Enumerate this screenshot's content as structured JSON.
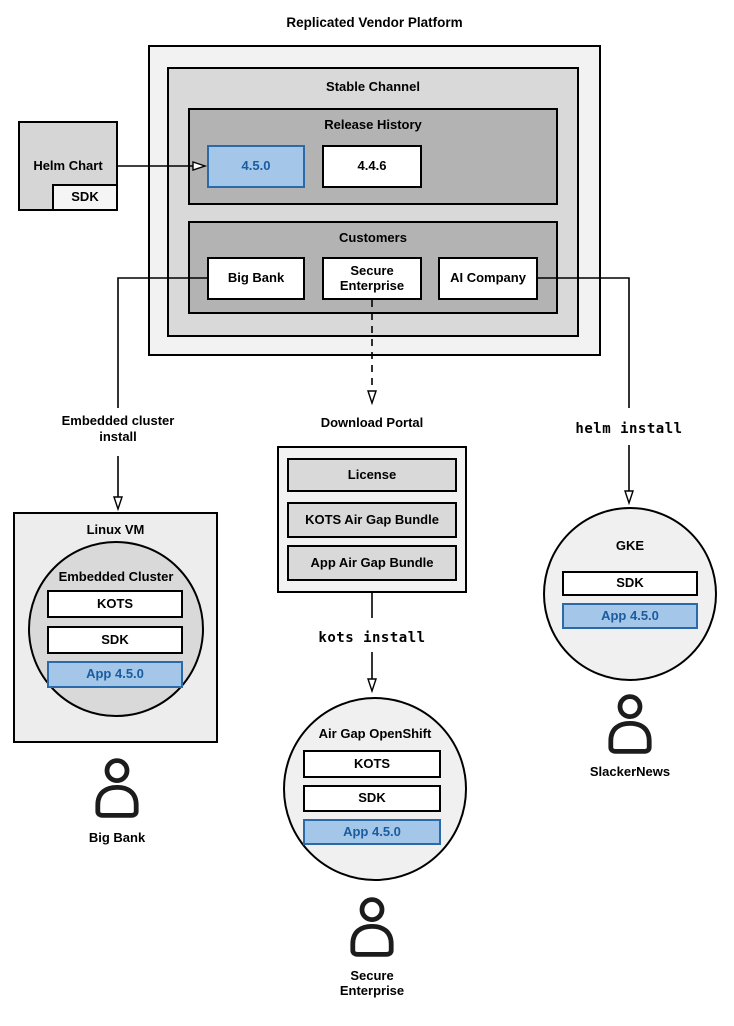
{
  "diagram": {
    "title": "Replicated Vendor Platform",
    "stable_channel": {
      "title": "Stable Channel",
      "release_history": {
        "title": "Release History",
        "current_release": "4.5.0",
        "previous_release": "4.4.6"
      },
      "customers": {
        "title": "Customers",
        "big_bank": "Big Bank",
        "secure_enterprise": "Secure Enterprise",
        "ai_company": "AI Company"
      }
    },
    "helm_chart": {
      "title": "Helm Chart",
      "sdk": "SDK"
    },
    "flow_labels": {
      "embedded_install": "Embedded cluster install",
      "kots_install": "kots install",
      "helm_install": "helm install"
    },
    "download_portal": {
      "title": "Download Portal",
      "license": "License",
      "kots_bundle": "KOTS Air Gap Bundle",
      "app_bundle": "App Air Gap Bundle"
    },
    "linux_vm": {
      "title": "Linux VM",
      "embedded_cluster": "Embedded Cluster",
      "kots": "KOTS",
      "sdk": "SDK",
      "app": "App 4.5.0",
      "user": "Big Bank"
    },
    "air_gap_openshift": {
      "title": "Air Gap OpenShift",
      "kots": "KOTS",
      "sdk": "SDK",
      "app": "App 4.5.0",
      "user": "Secure Enterprise"
    },
    "gke": {
      "title": "GKE",
      "sdk": "SDK",
      "app": "App 4.5.0",
      "user": "SlackerNews"
    },
    "colors": {
      "highlight_fill": "#a3c6e9",
      "highlight_border": "#2a6aa9",
      "highlight_text": "#1a5c9e",
      "container_light": "#f2f2f2",
      "container_mid": "#d9d9d9",
      "container_dark": "#b3b3b3"
    }
  }
}
